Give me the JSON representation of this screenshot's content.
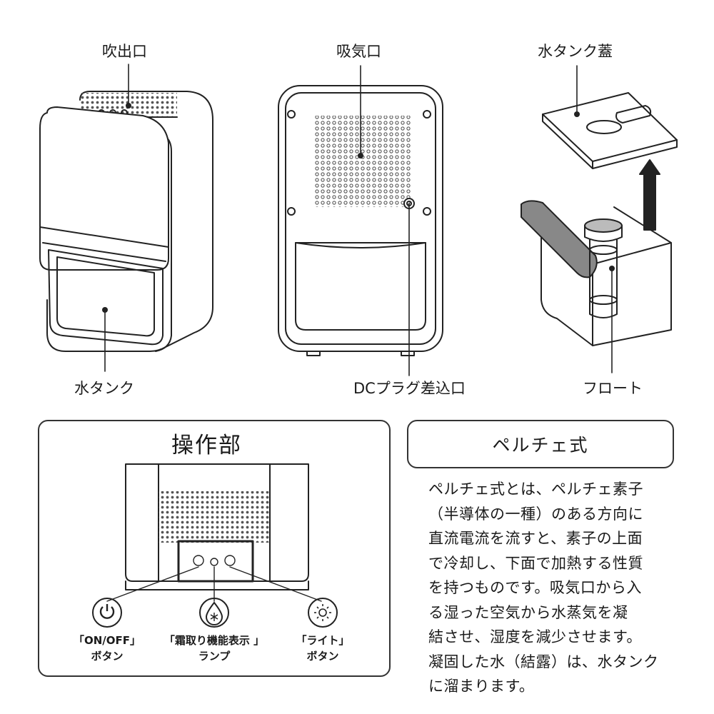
{
  "labels": {
    "outlet": "吹出口",
    "inlet": "吸気口",
    "tank_lid": "水タンク蓋",
    "water_tank": "水タンク",
    "dc_port": "DCプラグ差込口",
    "float": "フロート"
  },
  "control_panel": {
    "title": "操作部",
    "controls": [
      {
        "line1": "「ON/OFF」",
        "line2": "ボタン",
        "icon": "power-icon"
      },
      {
        "line1": "「霜取り機能表示 」",
        "line2": "ランプ",
        "icon": "defrost-icon"
      },
      {
        "line1": "「ライト」",
        "line2": "ボタン",
        "icon": "light-icon"
      }
    ]
  },
  "peltier": {
    "title": "ペルチェ式",
    "lines": [
      "ペルチェ式とは、ペルチェ素子",
      "（半導体の一種）のある方向に",
      "直流電流を流すと、素子の上面",
      "で冷却し、下面で加熱する性質",
      "を持つものです。吸気口から入",
      "る湿った空気から水蒸気を凝",
      "結させ、湿度を減少させます。",
      "凝固した水（結露）は、水タンク",
      "に溜まります。"
    ]
  }
}
